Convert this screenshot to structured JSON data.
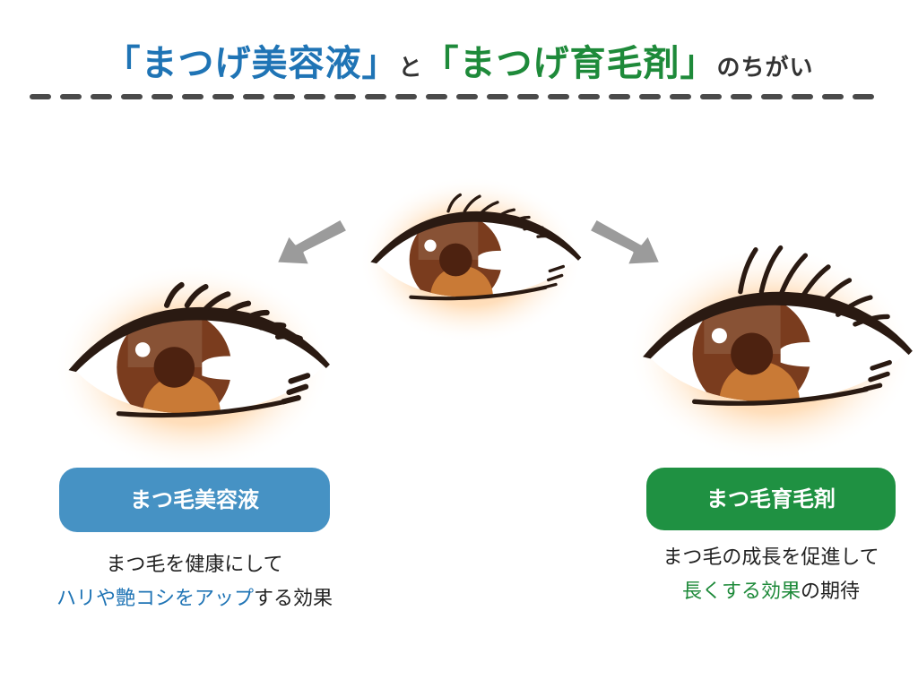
{
  "title": {
    "bracket_open_1": "「",
    "serum": "まつげ美容液",
    "bracket_close_1": "」",
    "particle_to": "と",
    "bracket_open_2": "「",
    "growth": "まつげ育毛剤",
    "bracket_close_2": "」",
    "suffix": "のちがい"
  },
  "left": {
    "badge": "まつ毛美容液",
    "desc_line1": "まつ毛を健康にして",
    "desc_highlight": "ハリや艶コシをアップ",
    "desc_tail": "する効果"
  },
  "right": {
    "badge": "まつ毛育毛剤",
    "desc_line1": "まつ毛の成長を促進して",
    "desc_highlight": "長くする効果",
    "desc_tail": "の期待"
  },
  "colors": {
    "serum_blue": "#1f74b5",
    "growth_green": "#1e8a3a",
    "badge_blue": "#4692c4",
    "badge_green": "#1f9142",
    "arrow_gray": "#9b9b9b",
    "iris_brown": "#7a3c1e",
    "glow_orange": "#ffc58a"
  },
  "icons": {
    "top_eye": "eye-icon",
    "left_eye": "eye-icon",
    "right_eye": "eye-icon",
    "left_arrow": "arrow-down-left-icon",
    "right_arrow": "arrow-down-right-icon"
  }
}
